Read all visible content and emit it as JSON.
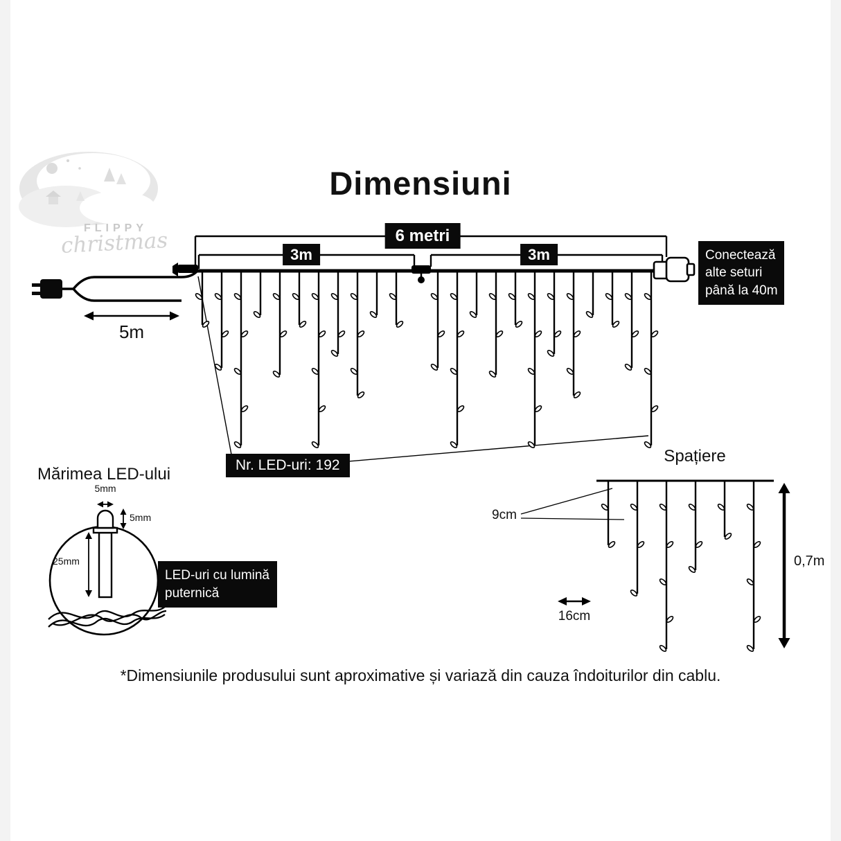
{
  "title": "Dimensiuni",
  "logo": {
    "brand": "FLIPPY",
    "script": "christmas"
  },
  "main_diagram": {
    "total_length": "6 metri",
    "left_half": "3m",
    "right_half": "3m",
    "lead_length": "5m",
    "connect_note": [
      "Conectează",
      "alte seturi",
      "până la 40m"
    ],
    "led_count": "Nr. LED-uri: 192"
  },
  "led_size": {
    "heading": "Mărimea LED-ului",
    "width": "5mm",
    "tip_height": "5mm",
    "body_height": "25mm",
    "note": [
      "LED-uri cu lumină",
      "puternică"
    ]
  },
  "spacing": {
    "heading": "Spațiere",
    "vertical": "9cm",
    "horizontal": "16cm",
    "strand_length": "0,7m"
  },
  "footnote": "*Dimensiunile produsului sunt aproximative și variază din cauza îndoiturilor din cablu.",
  "colors": {
    "ink": "#0a0a0a",
    "badge_bg": "#0a0a0a",
    "badge_text": "#ffffff",
    "logo_gray": "#c8c8c8"
  }
}
